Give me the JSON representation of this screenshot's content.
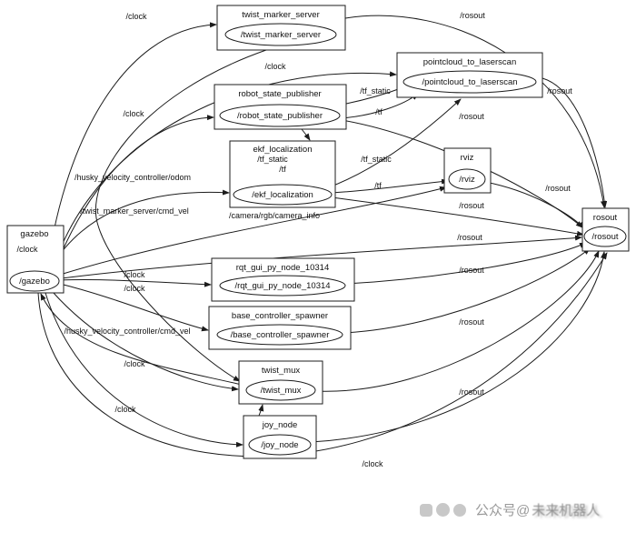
{
  "diagram": {
    "nodes": [
      {
        "title": "twist_marker_server",
        "label": "/twist_marker_server"
      },
      {
        "title": "pointcloud_to_laserscan",
        "label": "/pointcloud_to_laserscan"
      },
      {
        "title": "robot_state_publisher",
        "label": "/robot_state_publisher"
      },
      {
        "title": "ekf_localization",
        "label": "/ekf_localization"
      },
      {
        "title": "rviz",
        "label": "/rviz"
      },
      {
        "title": "gazebo",
        "label": "/gazebo"
      },
      {
        "title": "rqt_gui_py_node_10314",
        "label": "/rqt_gui_py_node_10314"
      },
      {
        "title": "base_controller_spawner",
        "label": "/base_controller_spawner"
      },
      {
        "title": "twist_mux",
        "label": "/twist_mux"
      },
      {
        "title": "joy_node",
        "label": "/joy_node"
      },
      {
        "title": "rosout",
        "label": "/rosout"
      }
    ],
    "inner_labels": {
      "gazebo_clock": "/clock",
      "ekf_tf_static": "/tf_static",
      "ekf_tf": "/tf"
    },
    "edge_labels": [
      {
        "text": "/clock"
      },
      {
        "text": "/rosout"
      },
      {
        "text": "/clock"
      },
      {
        "text": "/tf_static"
      },
      {
        "text": "/rosout"
      },
      {
        "text": "/tf"
      },
      {
        "text": "/clock"
      },
      {
        "text": "/rosout"
      },
      {
        "text": "/tf_static"
      },
      {
        "text": "/husky_velocity_controller/odom"
      },
      {
        "text": "/tf"
      },
      {
        "text": "/rosout"
      },
      {
        "text": "/twist_marker_server/cmd_vel"
      },
      {
        "text": "/rosout"
      },
      {
        "text": "/camera/rgb/camera_info"
      },
      {
        "text": "/rosout"
      },
      {
        "text": "/clock"
      },
      {
        "text": "/clock"
      },
      {
        "text": "/rosout"
      },
      {
        "text": "/husky_velocity_controller/cmd_vel"
      },
      {
        "text": "/rosout"
      },
      {
        "text": "/clock"
      },
      {
        "text": "/rosout"
      },
      {
        "text": "/clock"
      },
      {
        "text": "/clock"
      }
    ]
  },
  "watermark": {
    "prefix": "公众号@",
    "name": "未来机器人"
  }
}
